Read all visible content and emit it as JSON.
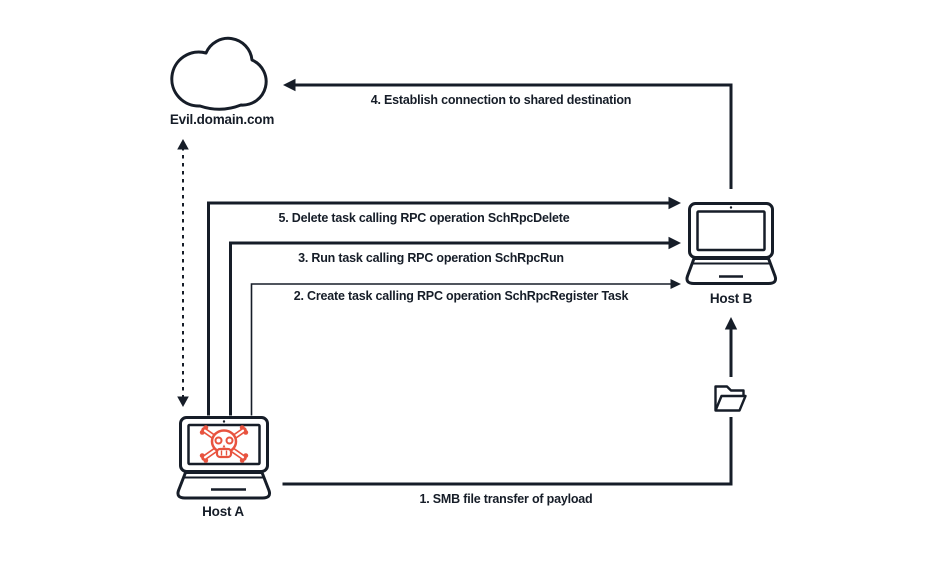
{
  "diagram": {
    "nodes": {
      "cloud": {
        "label": "Evil.domain.com"
      },
      "host_a": {
        "label": "Host A"
      },
      "host_b": {
        "label": "Host B"
      }
    },
    "steps": [
      {
        "id": 1,
        "label": "1. SMB file transfer of payload"
      },
      {
        "id": 2,
        "label": "2. Create task calling RPC operation SchRpcRegister Task"
      },
      {
        "id": 3,
        "label": "3. Run task calling RPC operation SchRpcRun"
      },
      {
        "id": 4,
        "label": "4. Establish connection to shared destination"
      },
      {
        "id": 5,
        "label": "5. Delete task calling RPC operation SchRpcDelete"
      }
    ],
    "colors": {
      "line": "#161d28",
      "malware_red": "#e8533f",
      "background": "#ffffff"
    }
  }
}
